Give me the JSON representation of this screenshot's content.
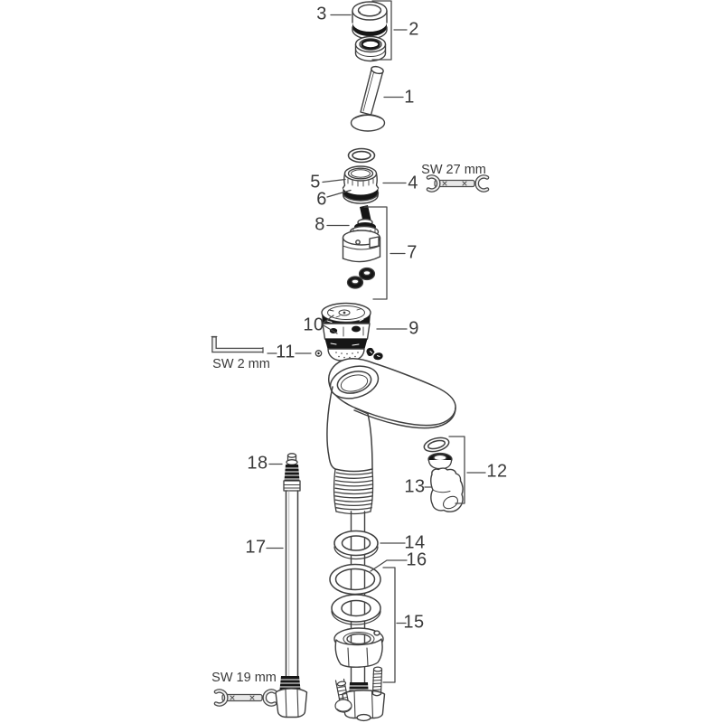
{
  "diagram": {
    "type": "exploded-parts-diagram",
    "subject": "single-lever basin mixer faucet spare parts",
    "background_color": "#ffffff",
    "colors": {
      "line": "#3f3f3f",
      "dark_fill": "#161616",
      "tool_fill": "#e8e8e8"
    },
    "callouts": {
      "p1": {
        "label": "1"
      },
      "p2": {
        "label": "2"
      },
      "p3": {
        "label": "3"
      },
      "p4": {
        "label": "4"
      },
      "p5": {
        "label": "5"
      },
      "p6": {
        "label": "6"
      },
      "p7": {
        "label": "7"
      },
      "p8": {
        "label": "8"
      },
      "p9": {
        "label": "9"
      },
      "p10": {
        "label": "10"
      },
      "p11": {
        "label": "11"
      },
      "p12": {
        "label": "12"
      },
      "p13": {
        "label": "13"
      },
      "p14": {
        "label": "14"
      },
      "p15": {
        "label": "15"
      },
      "p16": {
        "label": "16"
      },
      "p17": {
        "label": "17"
      },
      "p18": {
        "label": "18"
      }
    },
    "tools": {
      "sw27": {
        "label": "SW 27 mm",
        "icon": "open-end-wrench"
      },
      "sw2": {
        "label": "SW 2 mm",
        "icon": "allen-key"
      },
      "sw19": {
        "label": "SW 19 mm",
        "icon": "open-end-wrench"
      }
    }
  }
}
